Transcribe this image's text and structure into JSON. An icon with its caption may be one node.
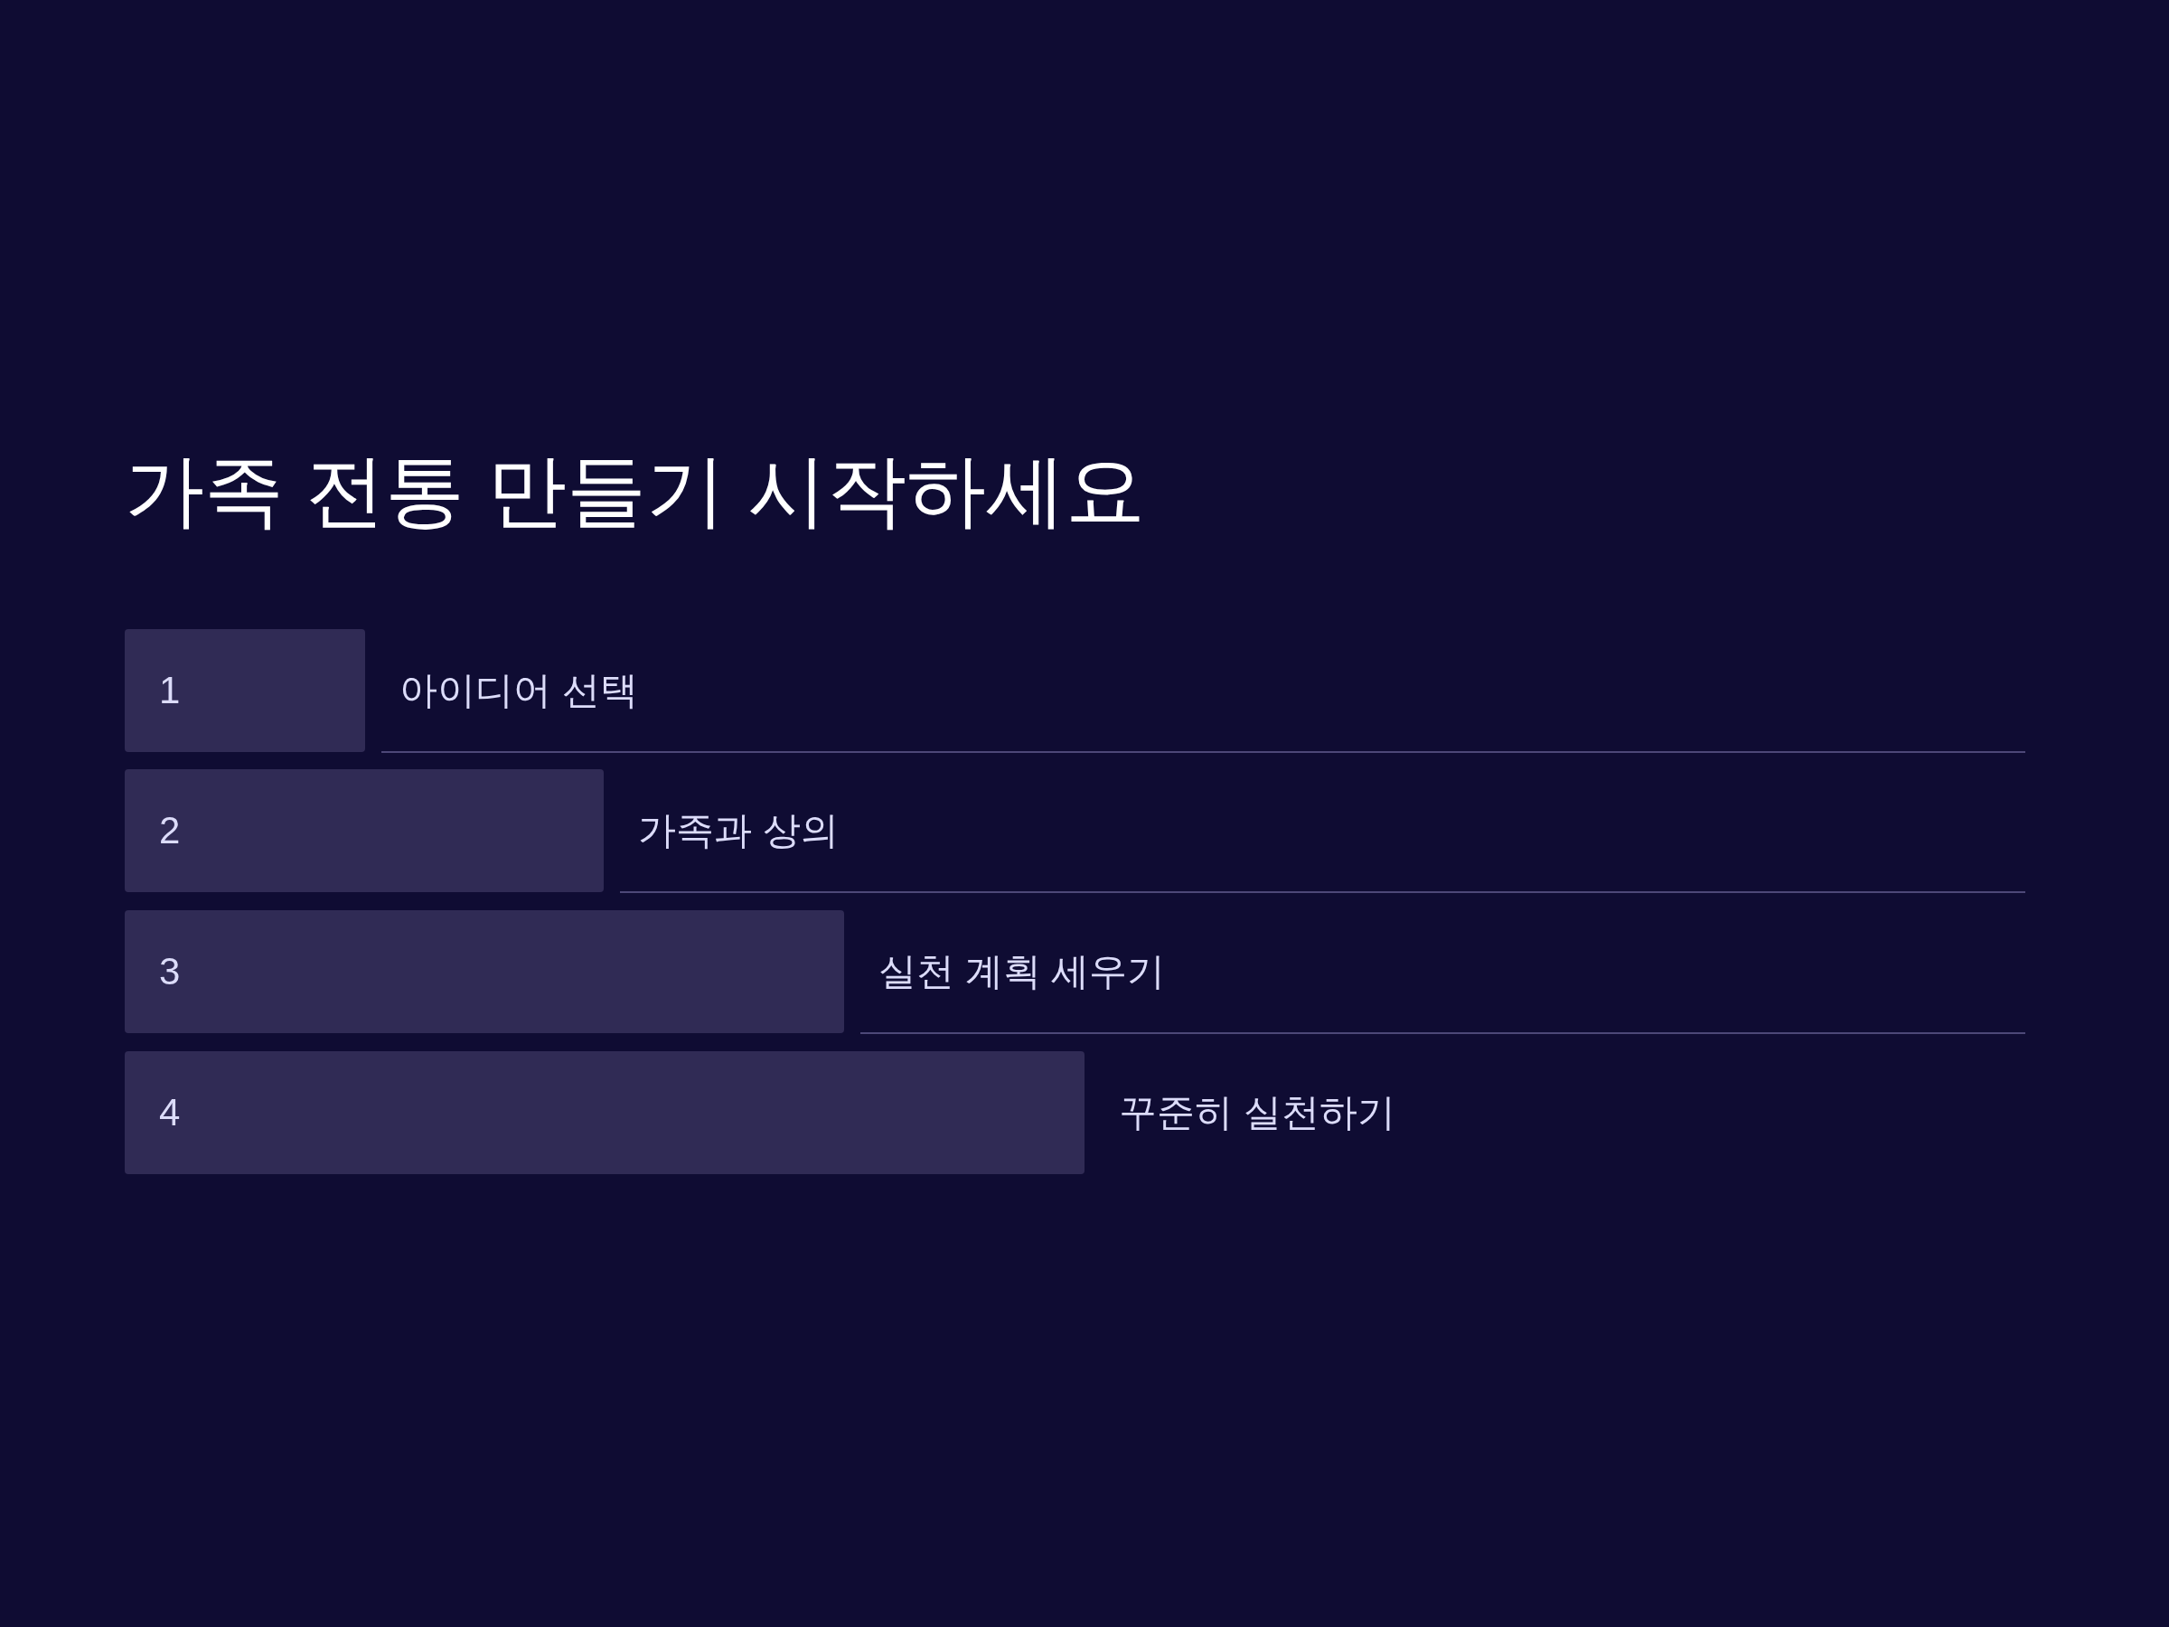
{
  "diagram": {
    "title": "가족 전통 만들기 시작하세요",
    "nodes": [
      {
        "text": [
          "1"
        ],
        "beside": [
          "아이디어 선택"
        ]
      },
      {
        "text": [
          "2"
        ],
        "beside": [
          "가족과 상의"
        ]
      },
      {
        "text": [
          "3"
        ],
        "beside": [
          "실천 계획 세우기"
        ]
      },
      {
        "text": [
          "4"
        ],
        "beside": [
          "꾸준히 실천하기"
        ]
      }
    ]
  }
}
